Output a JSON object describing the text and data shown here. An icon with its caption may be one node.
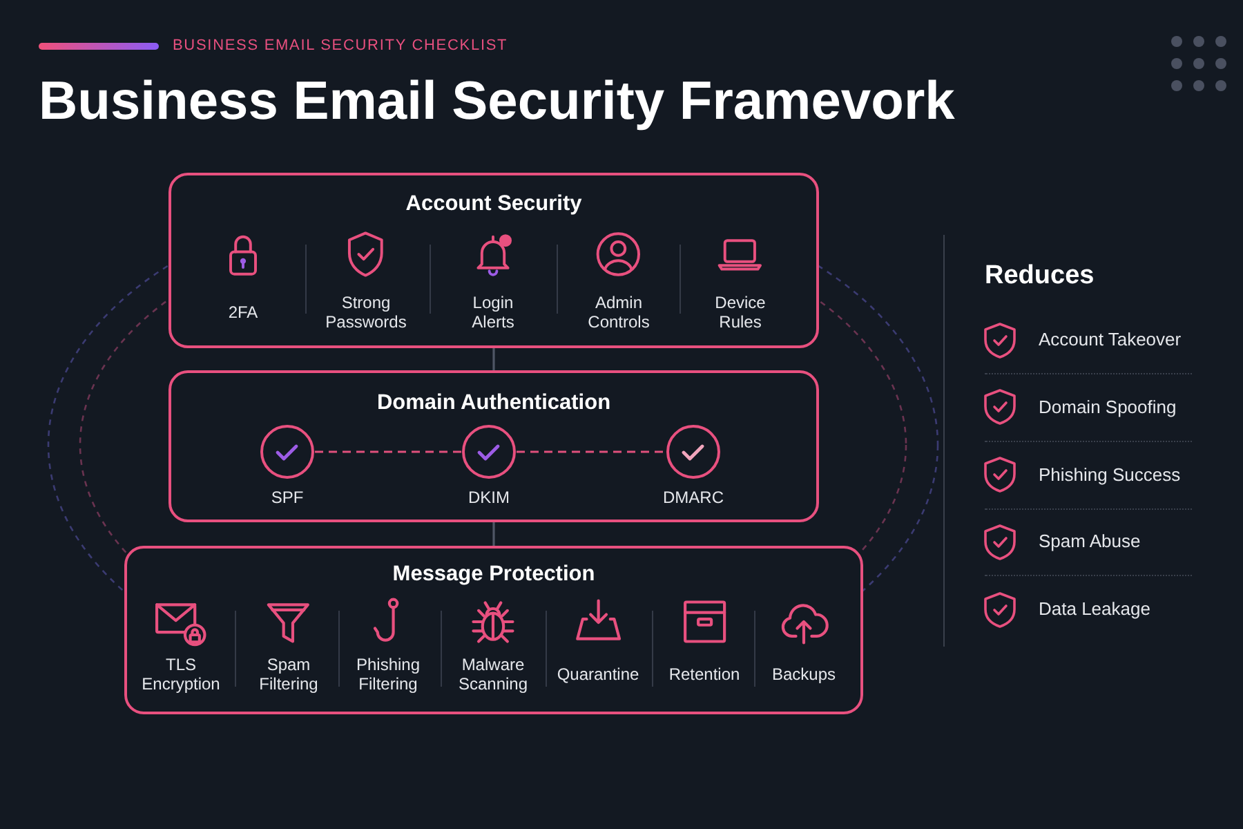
{
  "diagram": {
    "title": "Business Email Security Framevork",
    "nodes": [
      {
        "text": [
          "Account Security"
        ]
      },
      {
        "text": [
          "2FA"
        ],
        "in": 0
      },
      {
        "text": [
          "Strong Passwords"
        ],
        "in": 0
      },
      {
        "text": [
          "Login Alerts"
        ],
        "in": 0
      },
      {
        "text": [
          "Admin Controls"
        ],
        "in": 0
      },
      {
        "text": [
          "Device Rules"
        ],
        "in": 0
      },
      {
        "text": [
          "Domain Authentication"
        ]
      },
      {
        "text": [
          "SPF"
        ],
        "in": 6
      },
      {
        "text": [
          "DKIM"
        ],
        "in": 6
      },
      {
        "text": [
          "DMARC"
        ],
        "in": 6
      },
      {
        "text": [
          "Message Protection"
        ]
      },
      {
        "text": [
          "TLS Encryption"
        ],
        "in": 10
      },
      {
        "text": [
          "Spam Filtering"
        ],
        "in": 10
      },
      {
        "text": [
          "Phishing Filtering"
        ],
        "in": 10
      },
      {
        "text": [
          "Malware Scanning"
        ],
        "in": 10
      },
      {
        "text": [
          "Quarantine"
        ],
        "in": 10
      },
      {
        "text": [
          "Retention"
        ],
        "in": 10
      },
      {
        "text": [
          "Backups"
        ],
        "in": 10
      }
    ],
    "edges": [
      {
        "from": 0,
        "to": 6,
        "arrow": "none"
      },
      {
        "from": 6,
        "to": 10,
        "arrow": "none"
      },
      {
        "from": 7,
        "to": 8,
        "arrow": "none",
        "style": "dashed",
        "color": "#e0507c"
      },
      {
        "from": 8,
        "to": 9,
        "arrow": "none",
        "style": "dashed",
        "color": "#e0507c"
      }
    ],
    "labels": [
      "BUSINESS EMAIL SECURITY CHECKLIST",
      "Reduces",
      "Account Takeover",
      "Domain Spoofing",
      "Phishing Success",
      "Spam Abuse",
      "Data Leakage"
    ]
  }
}
